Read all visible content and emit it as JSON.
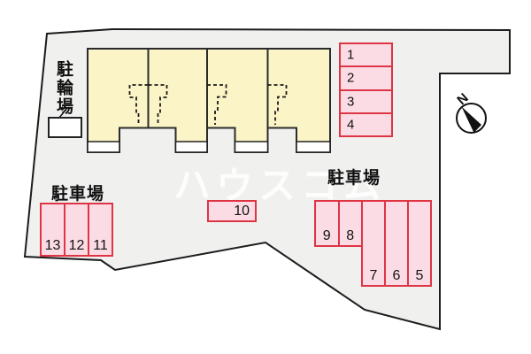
{
  "labels": {
    "bicycle_parking": "駐輪場",
    "parking_left": "駐車場",
    "parking_right": "駐車場"
  },
  "watermark": "ハウスコム",
  "compass": {
    "letter": "N"
  },
  "spaces": {
    "column_right": [
      "1",
      "2",
      "3",
      "4"
    ],
    "single_middle": "10",
    "row_left": [
      "13",
      "12",
      "11"
    ],
    "cluster_short": [
      "9",
      "8"
    ],
    "cluster_long": [
      "7",
      "6",
      "5"
    ]
  },
  "colors": {
    "site_fill": "#f0f0ef",
    "site_outline": "#1c1c1c",
    "building_fill": "#faf4c6",
    "building_outline": "#2b2b2b",
    "space_fill": "#fcdce4",
    "space_border": "#de3545",
    "text": "#111111",
    "watermark_color": "rgba(255,255,255,0.85)"
  }
}
